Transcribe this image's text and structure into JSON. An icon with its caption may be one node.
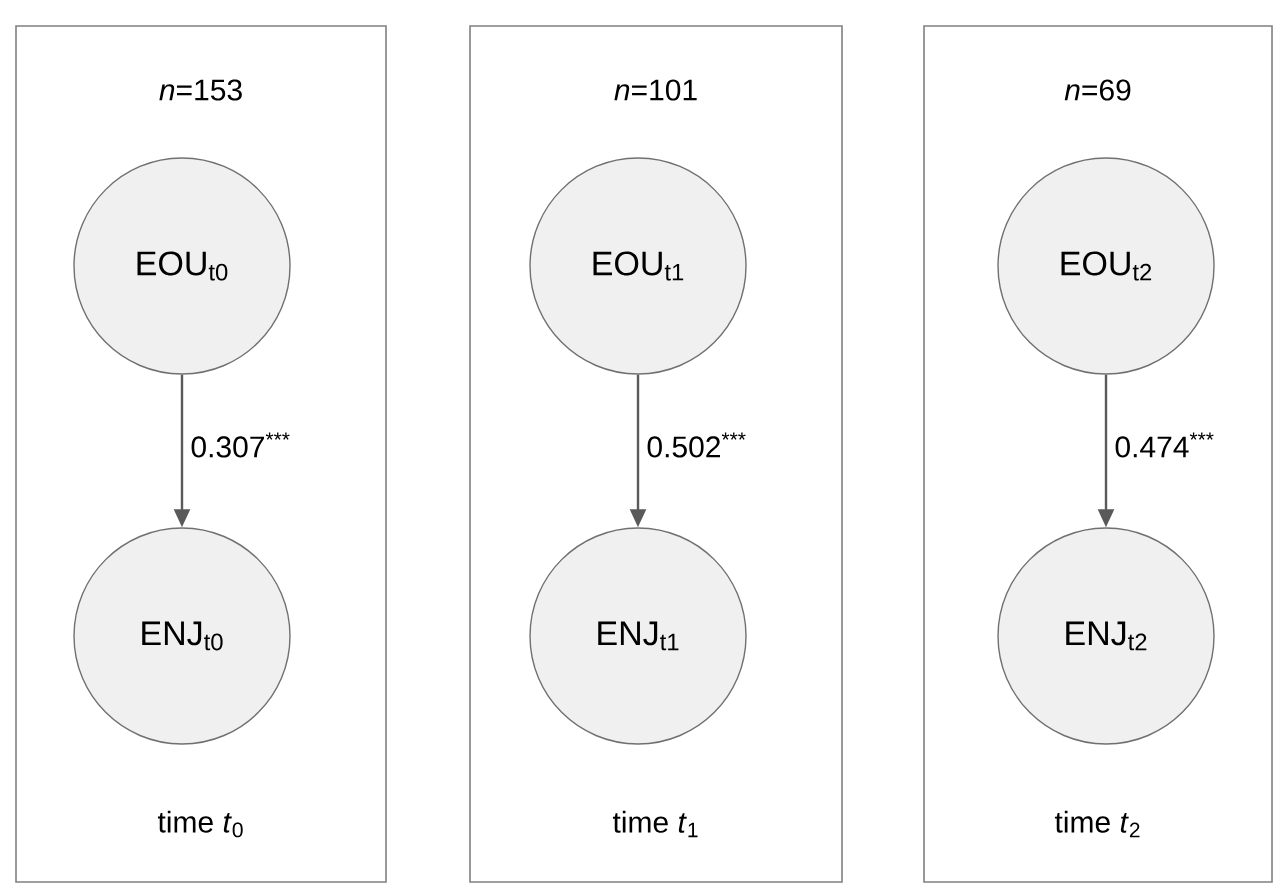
{
  "diagram": {
    "nodes": [
      {
        "text": [
          "*n*=153",
          "time *t*$_{0}$"
        ]
      },
      {
        "text": [
          "EOU$_{t0}$"
        ],
        "in": 0
      },
      {
        "text": [
          "ENJ$_{t0}$"
        ],
        "in": 0
      },
      {
        "text": [
          "*n*=101",
          "time *t*$_{1}$"
        ]
      },
      {
        "text": [
          "EOU$_{t1}$"
        ],
        "in": 3
      },
      {
        "text": [
          "ENJ$_{t1}$"
        ],
        "in": 3
      },
      {
        "text": [
          "*n*=69",
          "time *t*$_{2}$"
        ]
      },
      {
        "text": [
          "EOU$_{t2}$"
        ],
        "in": 6
      },
      {
        "text": [
          "ENJ$_{t2}$"
        ],
        "in": 6
      }
    ],
    "edges": [
      {
        "from": 1,
        "to": 2,
        "arrow": "to",
        "label": "0.307$^{***}$"
      },
      {
        "from": 4,
        "to": 5,
        "arrow": "to",
        "label": "0.502$^{***}$"
      },
      {
        "from": 7,
        "to": 8,
        "arrow": "to",
        "label": "0.474$^{***}$"
      }
    ]
  }
}
